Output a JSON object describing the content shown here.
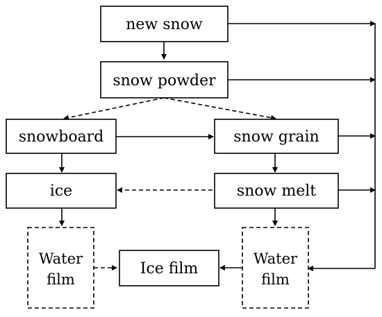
{
  "diagram": {
    "nodes": {
      "new_snow": "new snow",
      "snow_powder": "snow powder",
      "snowboard": "snowboard",
      "snow_grain": "snow grain",
      "ice": "ice",
      "snow_melt": "snow melt",
      "water_film_left": [
        "Water",
        "film"
      ],
      "ice_film": "Ice film",
      "water_film_right": [
        "Water",
        "film"
      ]
    }
  }
}
